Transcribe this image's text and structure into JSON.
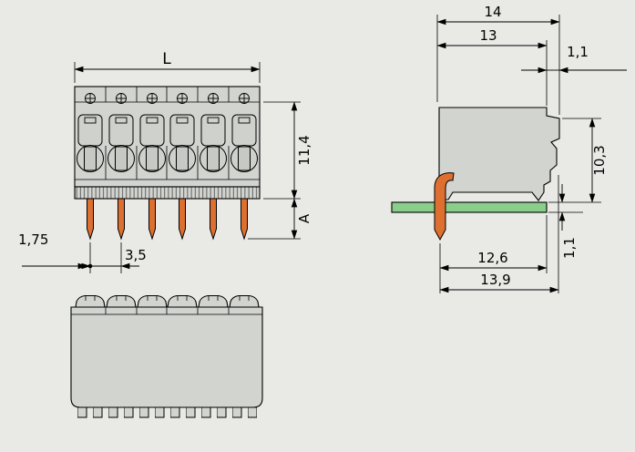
{
  "colors": {
    "background": "#e9e9e6",
    "housing_gray": "#d2d4d0",
    "pin_orange": "#dd7030",
    "pcb_green": "#8bcd8b",
    "line_black": "#000000"
  },
  "dims": {
    "front": {
      "length": "L",
      "height": "11,4",
      "pin_length": "A",
      "pitch": "3,5",
      "pin_offset": "1,75"
    },
    "side": {
      "total_width": "14",
      "body_width": "13",
      "latch_offset": "1,1",
      "height_above_board": "10,3",
      "board_thickness": "1,1",
      "pin_to_edge": "12,6",
      "pin_to_latch": "13,9"
    }
  }
}
